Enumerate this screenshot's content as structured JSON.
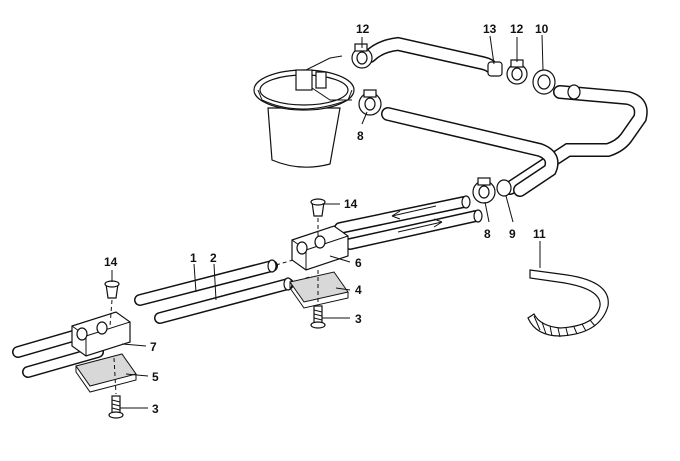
{
  "diagram": {
    "callouts": {
      "c12a": "12",
      "c13": "13",
      "c12b": "12",
      "c10": "10",
      "c8a": "8",
      "c14a": "14",
      "c8b": "8",
      "c9": "9",
      "c11": "11",
      "c6": "6",
      "c14b": "14",
      "c1": "1",
      "c2": "2",
      "c4": "4",
      "c3a": "3",
      "c7": "7",
      "c5": "5",
      "c3b": "3"
    }
  }
}
